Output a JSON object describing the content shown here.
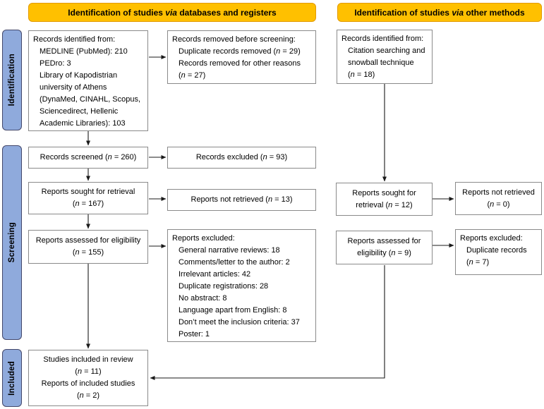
{
  "headers": [
    {
      "pre": "Identification of studies ",
      "em": "via",
      "post": " databases and registers"
    },
    {
      "pre": "Identification of studies ",
      "em": "via",
      "post": " other methods"
    }
  ],
  "side_labels": [
    "Identification",
    "Screening",
    "Included"
  ],
  "boxes": [
    {
      "id": "records-identified-databases",
      "align": "left",
      "lines": [
        "Records identified from:",
        "MEDLINE (PubMed): 210",
        "PEDro: 3",
        "Library of Kapodistrian",
        "university of Athens",
        "(DynaMed, CINAHL, Scopus,",
        "Sciencedirect, Hellenic",
        "Academic Libraries): 103"
      ]
    },
    {
      "id": "records-removed-before-screening",
      "align": "left",
      "lines": [
        "Records removed before screening:",
        "Duplicate records removed (n = 29)",
        "Records removed for other reasons",
        "(n = 27)"
      ]
    },
    {
      "id": "records-screened",
      "align": "center",
      "lines": [
        "Records screened (n = 260)"
      ]
    },
    {
      "id": "records-excluded",
      "align": "center",
      "lines": [
        "Records excluded (n = 93)"
      ]
    },
    {
      "id": "reports-sought-databases",
      "align": "center",
      "lines": [
        "Reports sought for retrieval",
        "(n = 167)"
      ]
    },
    {
      "id": "reports-not-retrieved-databases",
      "align": "center",
      "lines": [
        "Reports not retrieved (n = 13)"
      ]
    },
    {
      "id": "reports-assessed-databases",
      "align": "center",
      "lines": [
        "Reports assessed for eligibility",
        "(n = 155)"
      ]
    },
    {
      "id": "reports-excluded-databases",
      "align": "left",
      "lines": [
        "Reports excluded:",
        "General narrative reviews: 18",
        "Comments/letter to the author: 2",
        "Irrelevant articles: 42",
        "Duplicate registrations: 28",
        "No abstract: 8",
        "Language apart from English: 8",
        "Don’t meet the inclusion criteria: 37",
        "Poster: 1"
      ]
    },
    {
      "id": "studies-included",
      "align": "center",
      "lines": [
        "Studies included in review",
        "(n = 11)",
        "Reports of included studies",
        "(n = 2)"
      ]
    },
    {
      "id": "records-identified-other",
      "align": "left",
      "lines": [
        "Records identified from:",
        "Citation searching and",
        "snowball technique",
        "(n = 18)"
      ]
    },
    {
      "id": "reports-sought-other",
      "align": "center",
      "lines": [
        "Reports sought for",
        "retrieval (n = 12)"
      ]
    },
    {
      "id": "reports-not-retrieved-other",
      "align": "center",
      "lines": [
        "Reports not retrieved",
        "(n = 0)"
      ]
    },
    {
      "id": "reports-assessed-other",
      "align": "center",
      "lines": [
        "Reports assessed for",
        "eligibility (n = 9)"
      ]
    },
    {
      "id": "reports-excluded-other",
      "align": "left",
      "lines": [
        "Reports excluded:",
        "Duplicate records",
        "(n = 7)"
      ]
    }
  ],
  "colors": {
    "header_fill": "#FFC000",
    "header_border": "#E39A00",
    "stage_fill": "#8FAADC",
    "box_border": "#8A8A8A",
    "arrow": "#1A1A1A"
  }
}
